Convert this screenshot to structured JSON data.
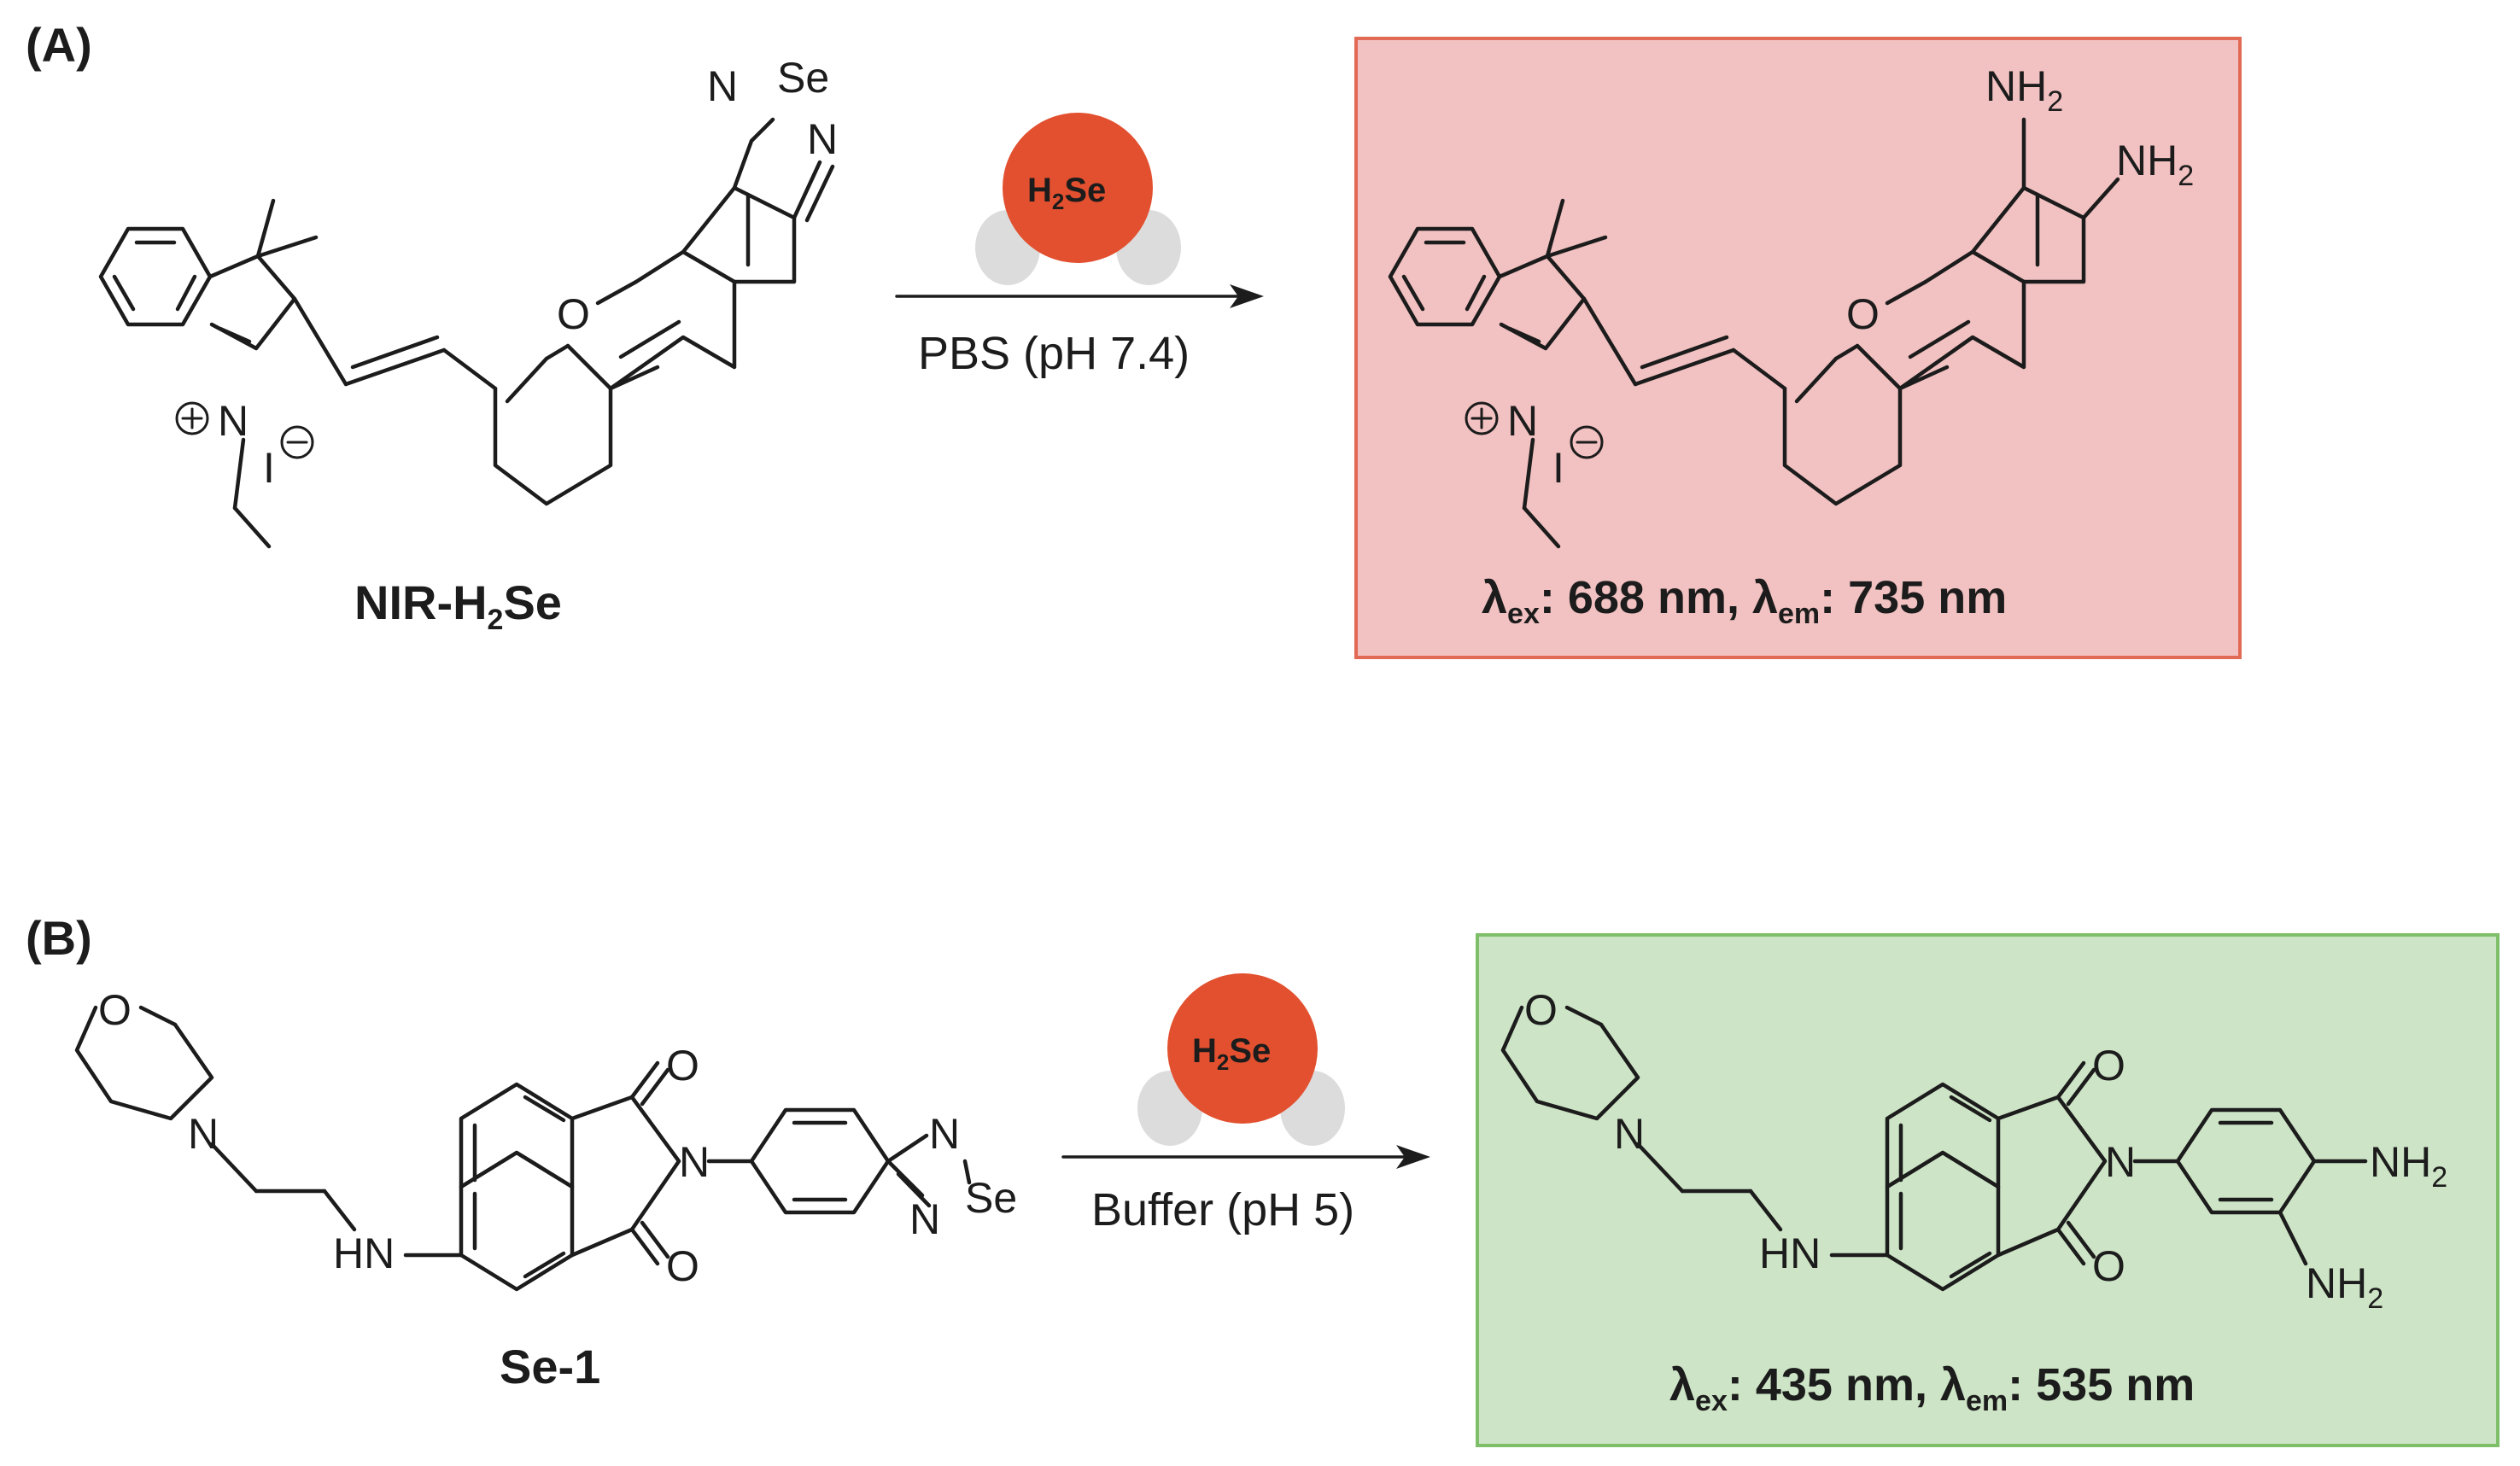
{
  "panels": {
    "A": {
      "label": "(A)",
      "reactant_name": "NIR-H",
      "reactant_name_sub": "2",
      "reactant_name_end": "Se",
      "reagent": {
        "text": "H",
        "sub": "2",
        "end": "Se"
      },
      "condition": "PBS (pH 7.4)",
      "product_box_color": "#f2c1c1",
      "product_box_border": "#e26a55",
      "wavelengths": {
        "ex_label": "ex",
        "ex_value": ": 688 nm, ",
        "em_label": "em",
        "em_value": ": 735 nm"
      },
      "atoms": {
        "N": "N",
        "Se": "Se",
        "O": "O",
        "I": "I",
        "NH": "NH",
        "two": "2"
      }
    },
    "B": {
      "label": "(B)",
      "reactant_name": "Se-1",
      "reagent": {
        "text": "H",
        "sub": "2",
        "end": "Se"
      },
      "condition": "Buffer (pH 5)",
      "product_box_color": "#cde4c6",
      "product_box_border": "#7fbf6a",
      "wavelengths": {
        "ex_label": "ex",
        "ex_value": ": 435 nm, ",
        "em_label": "em",
        "em_value": ": 535 nm"
      },
      "atoms": {
        "N": "N",
        "Se": "Se",
        "O": "O",
        "HN": "HN",
        "NH": "NH",
        "two": "2"
      }
    }
  },
  "colors": {
    "reagent_circle": "#e2502f",
    "reagent_lobes": "#dcdcdc",
    "ink": "#1c1c1c"
  },
  "lambda": "λ"
}
